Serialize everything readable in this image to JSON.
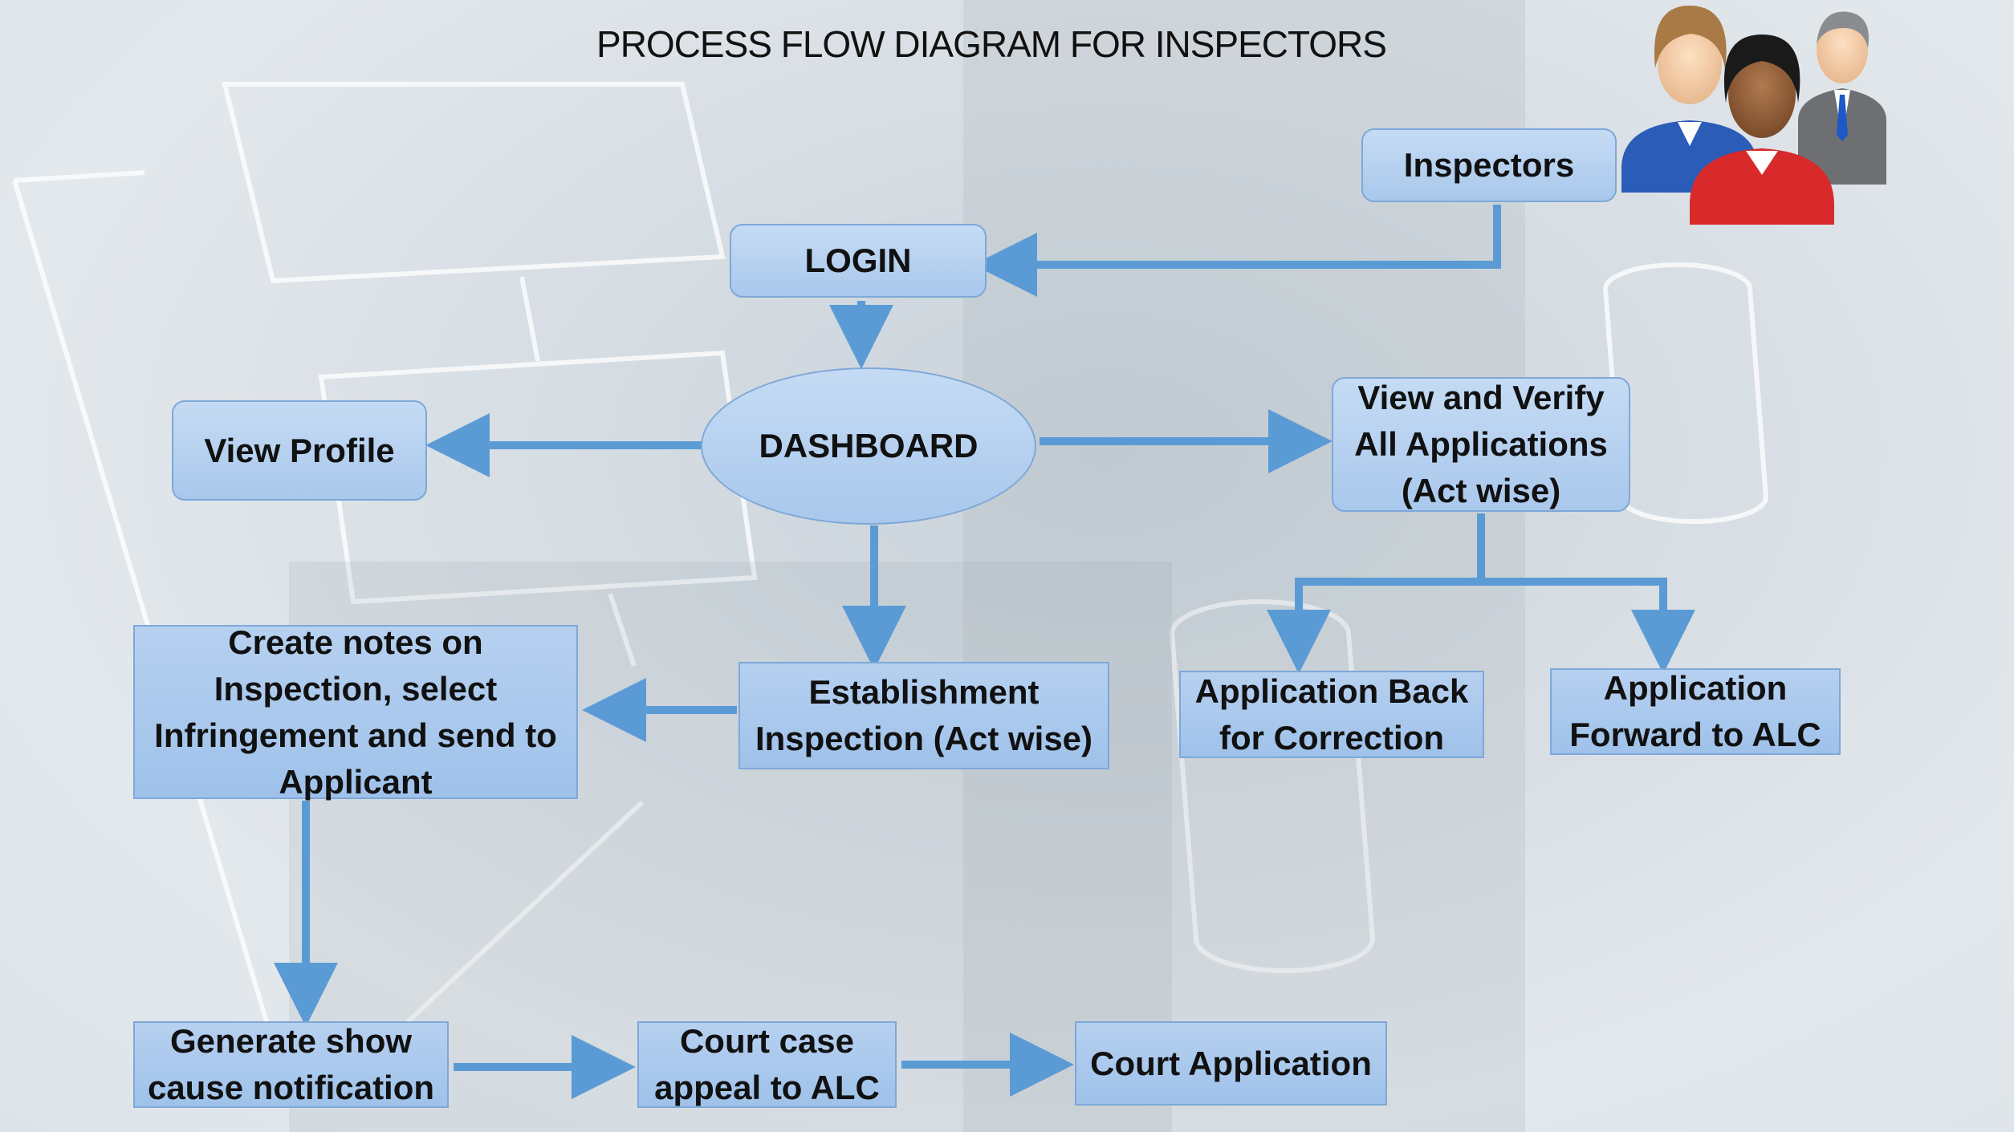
{
  "title": "PROCESS FLOW DIAGRAM FOR INSPECTORS",
  "colors": {
    "node_fill_top": "#c5dbf4",
    "node_fill_bottom": "#a9c8ec",
    "node_border": "#7ea8d8",
    "arrow": "#5b9bd5"
  },
  "icons": {
    "people": "inspectors-people-icon"
  },
  "nodes": {
    "inspectors": "Inspectors",
    "login": "LOGIN",
    "dashboard": "DASHBOARD",
    "view_profile": "View Profile",
    "view_verify": [
      "View and Verify",
      "All Applications",
      "(Act wise)"
    ],
    "establishment": [
      "Establishment",
      "Inspection (Act wise)"
    ],
    "create_notes": [
      "Create notes on",
      "Inspection, select",
      "Infringement and send to",
      "Applicant"
    ],
    "app_back": [
      "Application Back",
      "for Correction"
    ],
    "app_forward": [
      "Application",
      "Forward to ALC"
    ],
    "generate_show": [
      "Generate show",
      "cause notification"
    ],
    "court_case": [
      "Court case",
      "appeal to ALC"
    ],
    "court_application": "Court Application"
  },
  "edges": [
    {
      "from": "inspectors",
      "to": "login"
    },
    {
      "from": "login",
      "to": "dashboard"
    },
    {
      "from": "dashboard",
      "to": "view_profile"
    },
    {
      "from": "dashboard",
      "to": "view_verify"
    },
    {
      "from": "dashboard",
      "to": "establishment"
    },
    {
      "from": "establishment",
      "to": "create_notes"
    },
    {
      "from": "view_verify",
      "to": "app_back"
    },
    {
      "from": "view_verify",
      "to": "app_forward"
    },
    {
      "from": "create_notes",
      "to": "generate_show"
    },
    {
      "from": "generate_show",
      "to": "court_case"
    },
    {
      "from": "court_case",
      "to": "court_application"
    }
  ]
}
